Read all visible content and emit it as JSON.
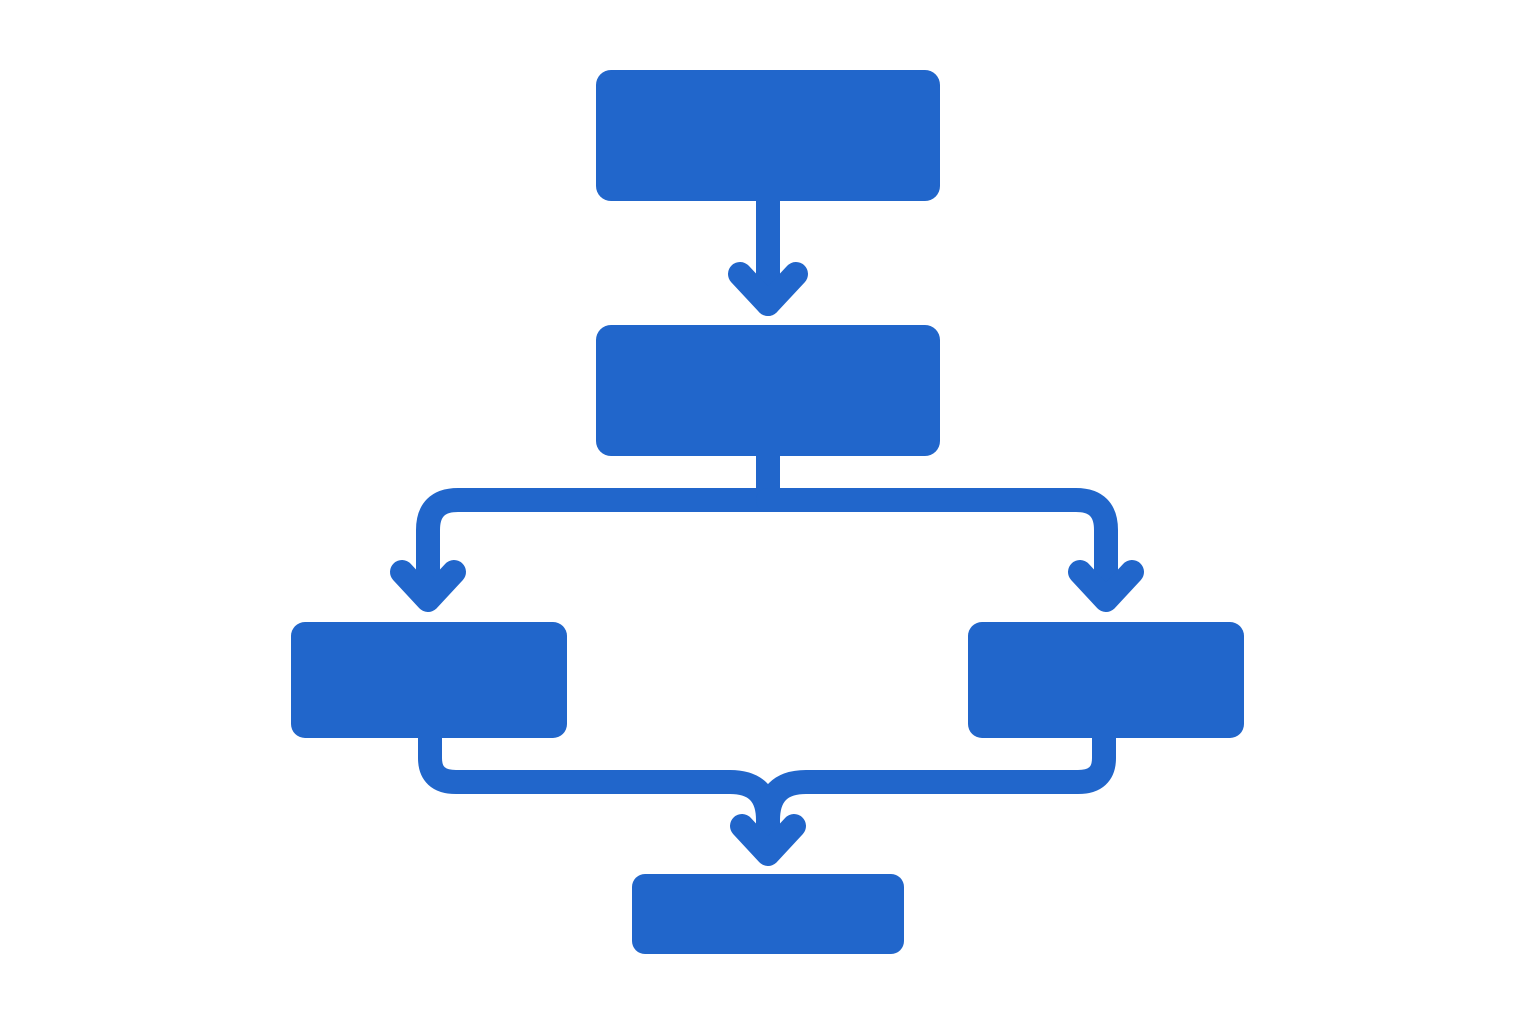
{
  "diagram": {
    "type": "flowchart",
    "colors": {
      "primary": "#2166CB",
      "background": "#FFFFFF"
    },
    "nodes": [
      {
        "id": "top",
        "label": ""
      },
      {
        "id": "middle",
        "label": ""
      },
      {
        "id": "left",
        "label": ""
      },
      {
        "id": "right",
        "label": ""
      },
      {
        "id": "bottom",
        "label": ""
      }
    ],
    "edges": [
      {
        "from": "top",
        "to": "middle"
      },
      {
        "from": "middle",
        "to": "left"
      },
      {
        "from": "middle",
        "to": "right"
      },
      {
        "from": "left",
        "to": "bottom"
      },
      {
        "from": "right",
        "to": "bottom"
      }
    ]
  }
}
